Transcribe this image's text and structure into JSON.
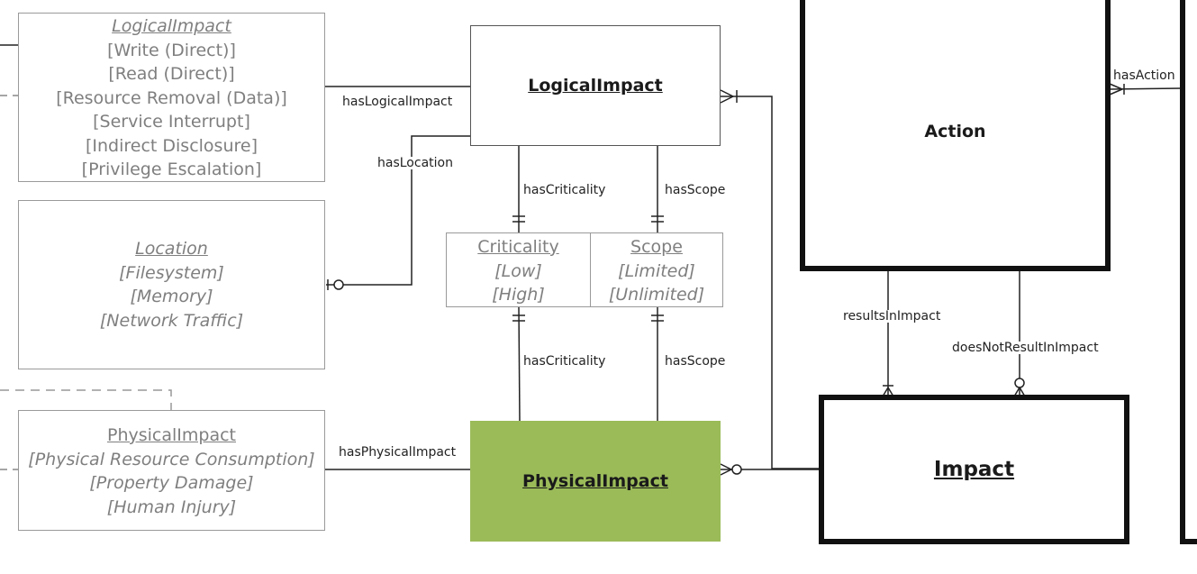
{
  "colors": {
    "physical_fill": "#9bbb59",
    "gray_text": "#7f7f7f",
    "line": "#222222"
  },
  "attribute_boxes": {
    "logical": {
      "title": "LogicalImpact",
      "items": [
        "[Write (Direct)]",
        "[Read (Direct)]",
        "[Resource Removal (Data)]",
        "[Service Interrupt]",
        "[Indirect Disclosure]",
        "[Privilege Escalation]"
      ]
    },
    "location": {
      "title": "Location",
      "items": [
        "[Filesystem]",
        "[Memory]",
        "[Network Traffic]"
      ]
    },
    "physical": {
      "title": "PhysicalImpact",
      "items": [
        "[Physical Resource Consumption]",
        "[Property Damage]",
        "[Human Injury]"
      ]
    },
    "criticality": {
      "title": "Criticality",
      "items": [
        "[Low]",
        "[High]"
      ]
    },
    "scope": {
      "title": "Scope",
      "items": [
        "[Limited]",
        "[Unlimited]"
      ]
    }
  },
  "entities": {
    "logical_impact": "LogicalImpact",
    "physical_impact": "PhysicalImpact",
    "action": "Action",
    "impact": "Impact"
  },
  "relations": {
    "has_logical_impact": "hasLogicalImpact",
    "has_location": "hasLocation",
    "has_criticality_top": "hasCriticality",
    "has_scope_top": "hasScope",
    "has_criticality_bottom": "hasCriticality",
    "has_scope_bottom": "hasScope",
    "has_physical_impact": "hasPhysicalImpact",
    "results_in_impact": "resultsInImpact",
    "does_not_result_in_impact": "doesNotResultInImpact",
    "has_action": "hasAction"
  }
}
